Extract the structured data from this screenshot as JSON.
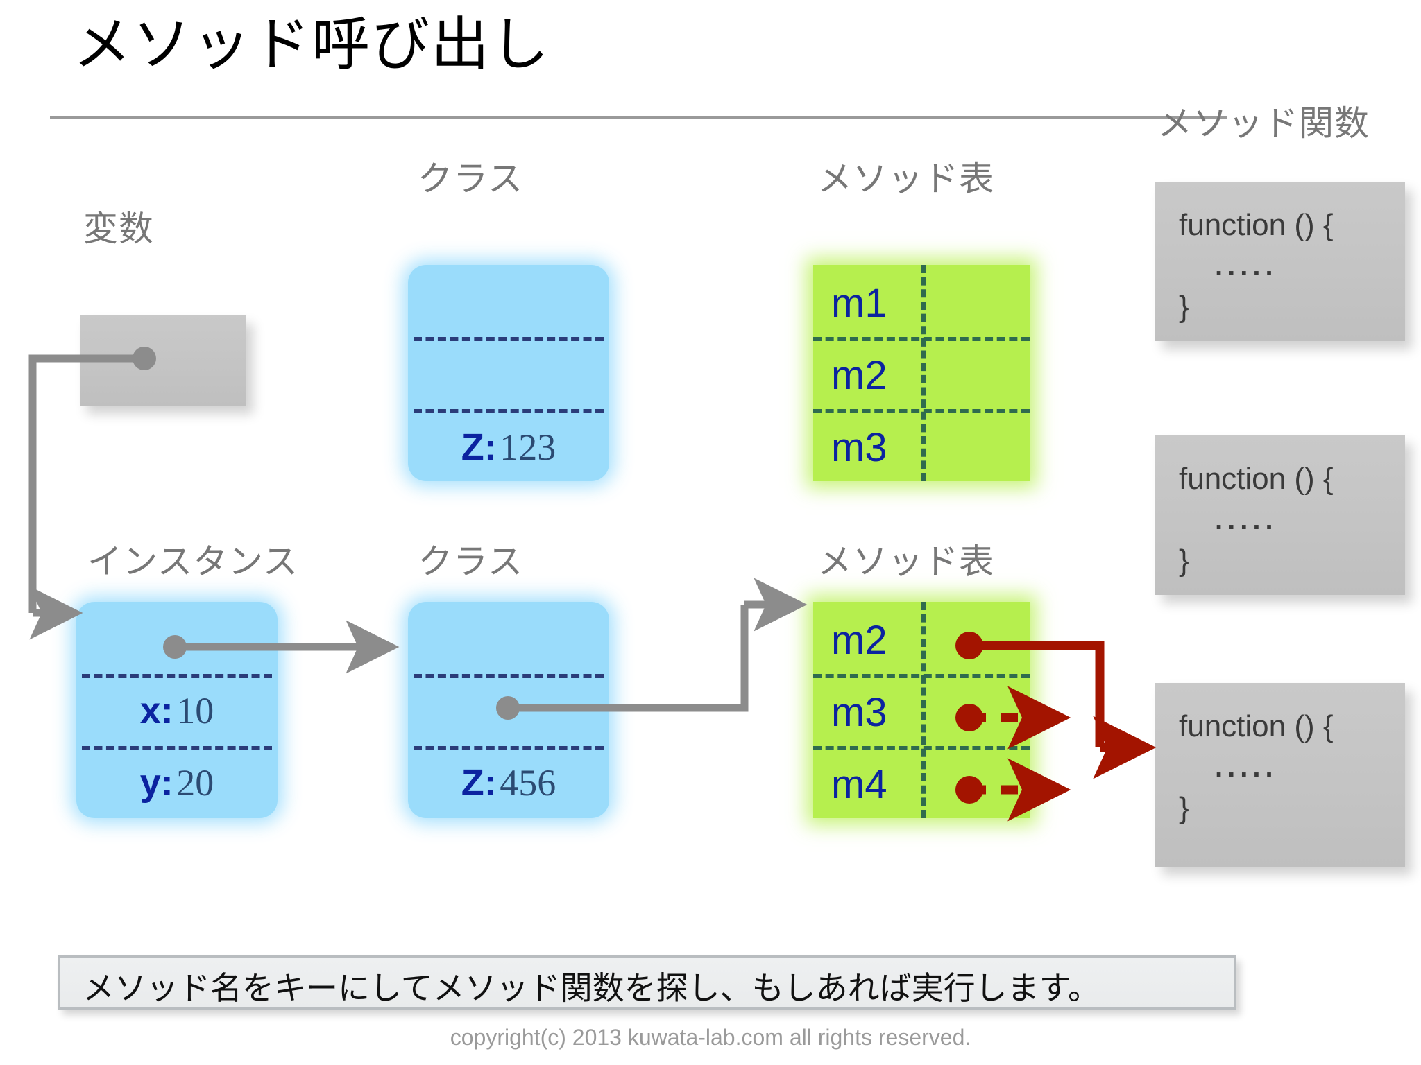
{
  "slide": {
    "title": "メソッド呼び出し",
    "caption": "メソッド名をキーにしてメソッド関数を探し、もしあれば実行します。",
    "copyright": "copyright(c) 2013 kuwata-lab.com all rights reserved."
  },
  "labels": {
    "variable": "変数",
    "class_top": "クラス",
    "method_table_top": "メソッド表",
    "method_function": "メソッド関数",
    "instance": "インスタンス",
    "class_bottom": "クラス",
    "method_table_bottom": "メソッド表"
  },
  "class_top": {
    "slots": [
      {
        "key": "",
        "value": ""
      },
      {
        "key": "",
        "value": ""
      },
      {
        "key": "Z:",
        "value": "123"
      }
    ]
  },
  "instance": {
    "slots": [
      {
        "key": "",
        "value": ""
      },
      {
        "key": "x:",
        "value": "10"
      },
      {
        "key": "y:",
        "value": "20"
      }
    ]
  },
  "class_bottom": {
    "slots": [
      {
        "key": "",
        "value": ""
      },
      {
        "key": "",
        "value": ""
      },
      {
        "key": "Z:",
        "value": "456"
      }
    ]
  },
  "method_table_top": {
    "rows": [
      {
        "name": "m1",
        "link": "none"
      },
      {
        "name": "m2",
        "link": "none"
      },
      {
        "name": "m3",
        "link": "none"
      }
    ]
  },
  "method_table_bottom": {
    "rows": [
      {
        "name": "m2",
        "link": "solid"
      },
      {
        "name": "m3",
        "link": "dashed"
      },
      {
        "name": "m4",
        "link": "dashed"
      }
    ]
  },
  "functions": [
    {
      "line1": "function () {",
      "line2": ".....",
      "line3": "}"
    },
    {
      "line1": "function () {",
      "line2": ".....",
      "line3": "}"
    },
    {
      "line1": "function () {",
      "line2": ".....",
      "line3": "}"
    }
  ],
  "colors": {
    "blue_box": "#9adcfb",
    "green_box": "#b6ef4e",
    "gray_box": "#c4c4c4",
    "key_blue": "#0b23a0",
    "value_blue": "#2b4a72",
    "wire_gray": "#8c8c8c",
    "wire_red": "#a31400",
    "label_gray": "#777777"
  }
}
